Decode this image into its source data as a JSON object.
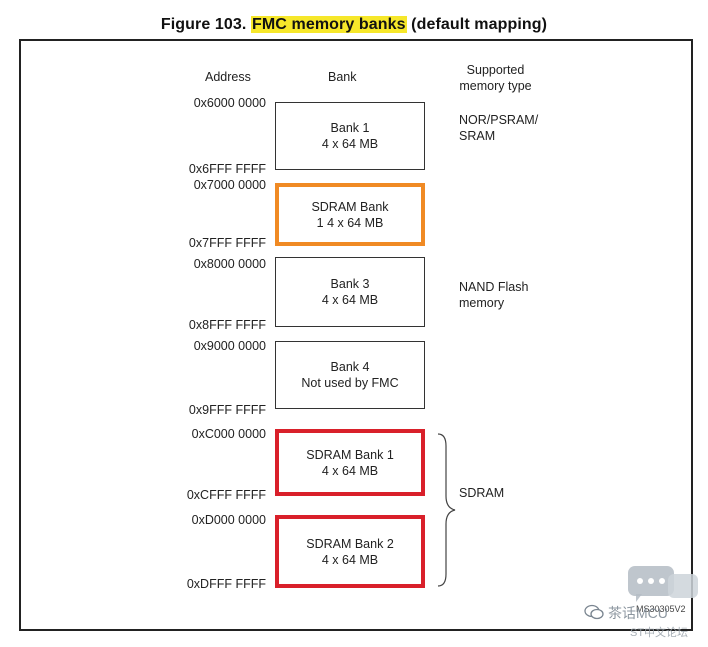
{
  "figure": {
    "title_prefix": "Figure 103. ",
    "title_highlight": "FMC memory banks",
    "title_suffix": " (default mapping)"
  },
  "headers": {
    "address": "Address",
    "bank": "Bank",
    "memory_type_line1": "Supported",
    "memory_type_line2": "memory type"
  },
  "addresses": {
    "a1_start": "0x6000 0000",
    "a1_end": "0x6FFF FFFF",
    "a2_start": "0x7000 0000",
    "a2_end": "0x7FFF FFFF",
    "a3_start": "0x8000 0000",
    "a3_end": "0x8FFF FFFF",
    "a4_start": "0x9000 0000",
    "a4_end": "0x9FFF FFFF",
    "a5_start": "0xC000 0000",
    "a5_end": "0xCFFF FFFF",
    "a6_start": "0xD000 0000",
    "a6_end": "0xDFFF FFFF"
  },
  "banks": [
    {
      "line1": "Bank 1",
      "line2": "4 x 64 MB",
      "highlight": "none"
    },
    {
      "line1": "SDRAM Bank",
      "line2": "1 4 x 64 MB",
      "highlight": "orange"
    },
    {
      "line1": "Bank 3",
      "line2": "4 x 64 MB",
      "highlight": "none"
    },
    {
      "line1": "Bank 4",
      "line2": "Not used by FMC",
      "highlight": "none"
    },
    {
      "line1": "SDRAM Bank 1",
      "line2": "4 x 64 MB",
      "highlight": "red"
    },
    {
      "line1": "SDRAM Bank 2",
      "line2": "4 x 64 MB",
      "highlight": "red"
    }
  ],
  "memory_types": {
    "nor_line1": "NOR/PSRAM/",
    "nor_line2": "SRAM",
    "nand_line1": "NAND Flash",
    "nand_line2": "memory",
    "sdram": "SDRAM"
  },
  "diagram_code": "MS30305V2",
  "watermark": {
    "text": "茶话MCU",
    "subtext": "ST中文论坛"
  },
  "colors": {
    "highlight_yellow": "#f6e72a",
    "orange_border": "#f08a24",
    "red_border": "#d9202a"
  }
}
